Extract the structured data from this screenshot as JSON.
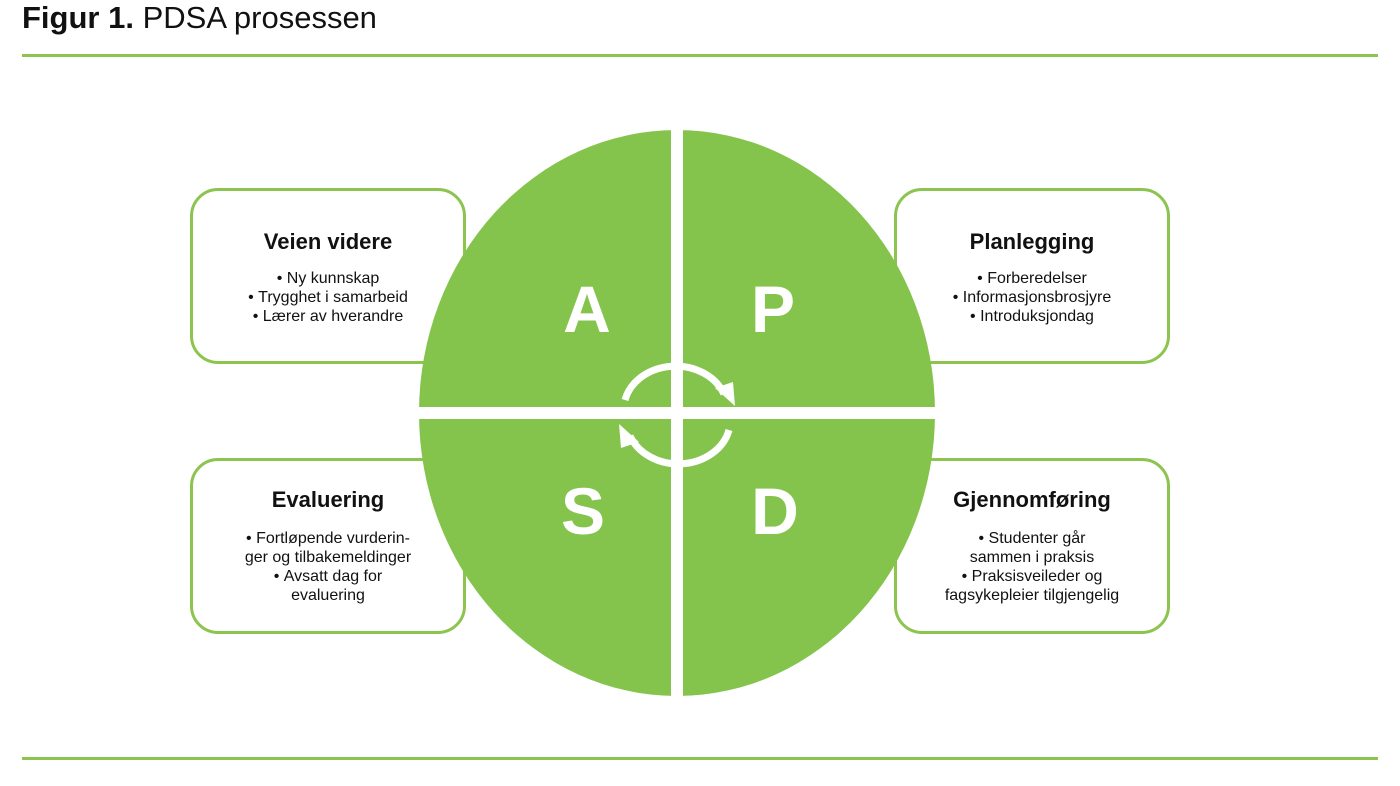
{
  "figure": {
    "label": "Figur 1.",
    "title": "PDSA prosessen"
  },
  "colors": {
    "accent": "#8cc44f",
    "segment_fill": "#84c44c"
  },
  "quadrants": {
    "act": {
      "letter": "A",
      "title": "Veien videre",
      "items": [
        "Ny kunnskap",
        "Trygghet i samarbeid",
        "Lærer av hverandre"
      ]
    },
    "plan": {
      "letter": "P",
      "title": "Planlegging",
      "items": [
        "Forberedelser",
        "Informasjonsbrosjyre",
        "Introduksjondag"
      ]
    },
    "study": {
      "letter": "S",
      "title": "Evaluering",
      "items": [
        "Fortløpende vurderin-",
        "ger og tilbakemeldinger",
        "Avsatt dag for",
        "evaluering"
      ]
    },
    "do": {
      "letter": "D",
      "title": "Gjennomføring",
      "items": [
        "Studenter går",
        "sammen i praksis",
        "Praksisveileder og",
        "fagsykepleier tilgjengelig"
      ]
    }
  },
  "center_icon": "cycle-arrows-icon"
}
